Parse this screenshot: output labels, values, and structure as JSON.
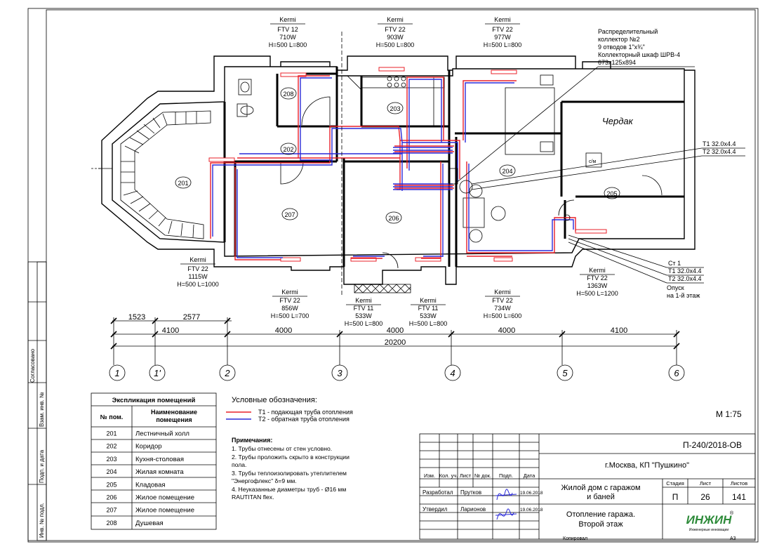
{
  "sheet": {
    "format": "А3",
    "copied_label": "Копировал",
    "scale": "М 1:75"
  },
  "left_stamp": {
    "agreed": "Согласовано",
    "inv_replace": "Взам. инв. №",
    "sign_date": "Подп. и дата",
    "inv_orig": "Инв. № подл."
  },
  "radiators": [
    {
      "brand": "Kermi",
      "model": "FTV 12",
      "power": "710W",
      "size": "H=500 L=800"
    },
    {
      "brand": "Kermi",
      "model": "FTV 22",
      "power": "903W",
      "size": "H=500 L=800"
    },
    {
      "brand": "Kermi",
      "model": "FTV 22",
      "power": "977W",
      "size": "H=500 L=800"
    },
    {
      "brand": "Kermi",
      "model": "FTV 22",
      "power": "1115W",
      "size": "H=500 L=1000"
    },
    {
      "brand": "Kermi",
      "model": "FTV 22",
      "power": "856W",
      "size": "H=500 L=700"
    },
    {
      "brand": "Kermi",
      "model": "FTV 11",
      "power": "533W",
      "size": "H=500 L=800"
    },
    {
      "brand": "Kermi",
      "model": "FTV 11",
      "power": "533W",
      "size": "H=500 L=800"
    },
    {
      "brand": "Kermi",
      "model": "FTV 22",
      "power": "734W",
      "size": "H=500 L=600"
    },
    {
      "brand": "Kermi",
      "model": "FTV 22",
      "power": "1363W",
      "size": "H=500 L=1200"
    }
  ],
  "collector_note": [
    "Распределительный",
    "коллектор №2",
    "9 отводов 1\"x¾\"",
    "Коллекторный шкаф ШРВ-4",
    "673x125x894"
  ],
  "riser_t_top": [
    "T1 32.0x4.4",
    "T2 32.0x4.4"
  ],
  "riser_st1": [
    "Ст 1",
    "T1 32.0x4.4",
    "T2 32.0x4.4",
    "Опуск",
    "на 1-й этаж"
  ],
  "attic_label": "Чердак",
  "sm_label": "с/м",
  "rooms": [
    "201",
    "202",
    "203",
    "204",
    "205",
    "206",
    "207",
    "208"
  ],
  "dimensions": {
    "top_row": [
      "1523",
      "2577"
    ],
    "mid_row": [
      "4100",
      "4000",
      "4000",
      "4000",
      "4100"
    ],
    "total": "20200"
  },
  "axes": [
    "1",
    "1'",
    "2",
    "3",
    "4",
    "5",
    "6"
  ],
  "explication": {
    "title": "Экспликация помещений",
    "col_num": "№ пом.",
    "col_name": "Наименование помещения",
    "rows": [
      {
        "num": "201",
        "name": "Лестничный холл"
      },
      {
        "num": "202",
        "name": "Коридор"
      },
      {
        "num": "203",
        "name": "Кухня-столовая"
      },
      {
        "num": "204",
        "name": "Жилая комната"
      },
      {
        "num": "205",
        "name": "Кладовая"
      },
      {
        "num": "206",
        "name": "Жилое помещение"
      },
      {
        "num": "207",
        "name": "Жилое помещение"
      },
      {
        "num": "208",
        "name": "Душевая"
      }
    ]
  },
  "legend": {
    "title": "Условные обозначения:",
    "supply": "T1 - подающая труба отопления",
    "return": "T2 - обратная труба отопления",
    "supply_color": "#e8202a",
    "return_color": "#2a2ad8"
  },
  "notes": {
    "title": "Примечания:",
    "items": [
      "1.    Трубы отнесены от стен условно.",
      "2.    Трубы проложить скрыто в конструкции",
      "пола.",
      "3.    Трубы теплоизолировать утеплителем",
      "\"Энергофлекс\" δ=9 мм.",
      "4.    Неуказанные диаметры труб - Ø16 мм",
      "RAUTITAN flex."
    ]
  },
  "title_block": {
    "code": "П-240/2018-ОВ",
    "location": "г.Москва, КП \"Пушкино\"",
    "object_line1": "Жилой дом с гаражом",
    "object_line2": "и баней",
    "sheet_line1": "Отопление гаража.",
    "sheet_line2": "Второй этаж",
    "col_izm": "Изм.",
    "col_kol": "Кол. уч.",
    "col_list": "Лист",
    "col_doc": "№ док.",
    "col_podp": "Подп.",
    "col_date": "Дата",
    "developed_role": "Разработал",
    "developed_name": "Прутков",
    "developed_date": "19.06.2018",
    "approved_role": "Утвердил",
    "approved_name": "Ларионов",
    "approved_date": "19.06.2018",
    "stage_label": "Стадия",
    "list_label": "Лист",
    "lists_label": "Листов",
    "stage": "П",
    "list": "26",
    "lists": "141",
    "logo_text": "ИНЖИН",
    "logo_sub": "Инженерные инновации",
    "logo_reg": "®",
    "logo_color": "#2e8b3a"
  }
}
